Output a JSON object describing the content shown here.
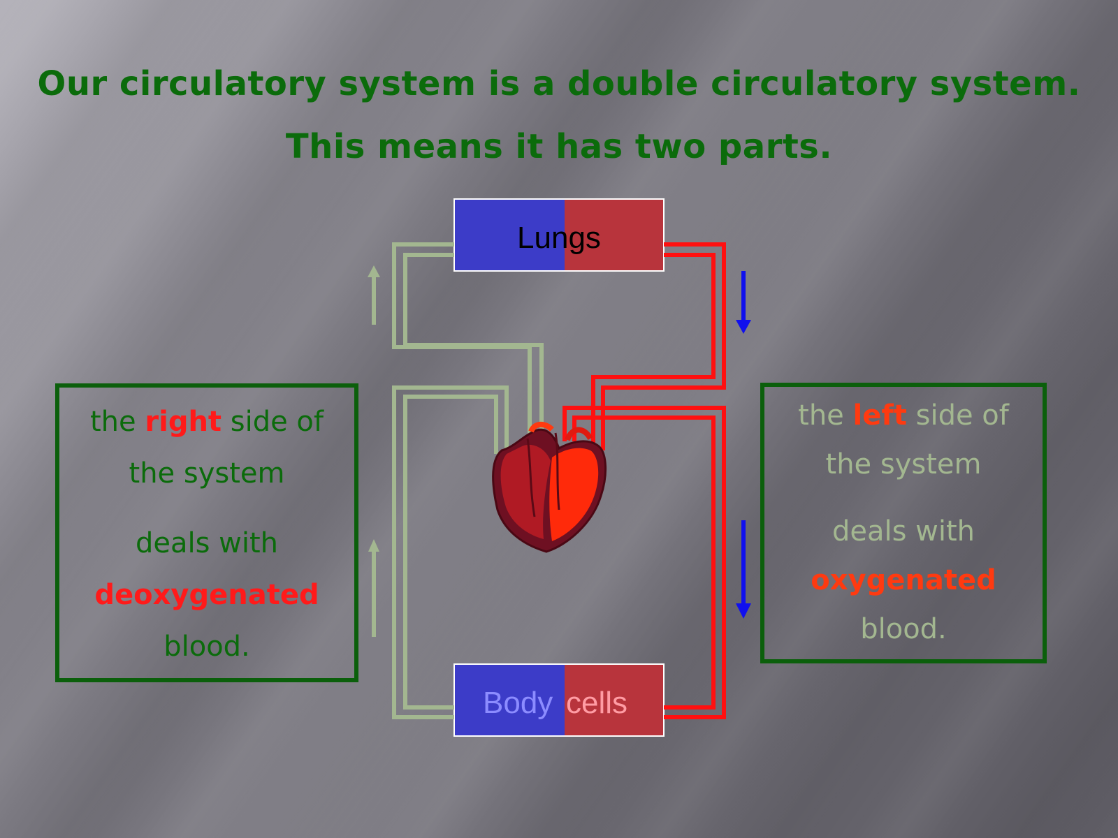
{
  "title": {
    "line1": "Our circulatory system is a double circulatory system.",
    "line2": "This means it has two parts."
  },
  "organs": {
    "lungs": "Lungs",
    "body": {
      "part1": "Body",
      "part2": "cells"
    }
  },
  "right_side_box": {
    "pre": "the",
    "highlight": "right",
    "post": "side of",
    "line2": "the system",
    "line3": "deals with",
    "line4": "deoxygenated",
    "line5": "blood."
  },
  "left_side_box": {
    "pre": "the",
    "highlight": "left",
    "post": "side of",
    "line2": "the system",
    "line3": "deals with",
    "line4": "oxygenated",
    "line5": "blood."
  },
  "colors": {
    "title": "#0b6b0b",
    "deoxygenated_vessel": "#a3b790",
    "oxygenated_vessel": "#ff1010",
    "arrow_blue": "#1010ee",
    "box_blue": "#3c3cc8",
    "box_red": "#b8343c",
    "heart": "#c21818"
  },
  "icons": [
    "heart-icon",
    "arrow-up-icon",
    "arrow-down-icon"
  ]
}
